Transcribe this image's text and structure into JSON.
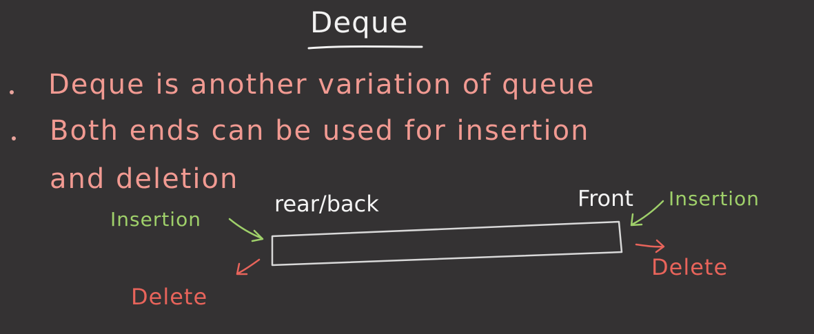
{
  "slide": {
    "title": "Deque",
    "bullets": [
      {
        "text": "Deque is another variation of queue"
      },
      {
        "text": "Both ends can be used for insertion",
        "continuation": "and deletion"
      }
    ],
    "diagram": {
      "rear_label": "rear/back",
      "front_label": "Front",
      "left_insertion_label": "Insertion",
      "right_insertion_label": "Insertion",
      "left_delete_label": "Delete",
      "right_delete_label": "Delete"
    }
  },
  "colors": {
    "background": "#343233",
    "title": "#f2f2f2",
    "bullet_text": "#f19a92",
    "insertion": "#9fd06a",
    "delete": "#e8645b",
    "outline": "#d9d9d9"
  }
}
